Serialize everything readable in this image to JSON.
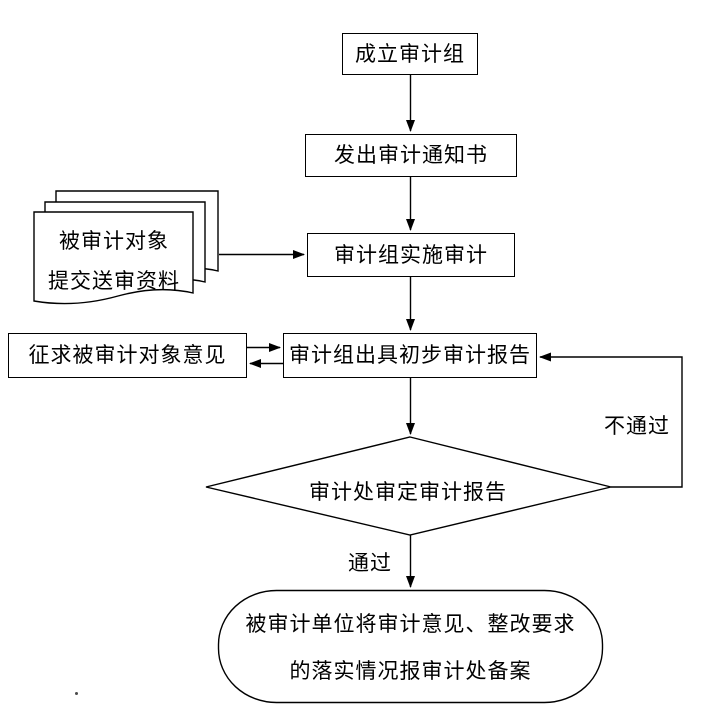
{
  "diagram": {
    "title_hint": "audit-process-flowchart",
    "background_color": "#ffffff",
    "line_color": "#000000",
    "nodes": {
      "establish": {
        "label": "成立审计组"
      },
      "notice": {
        "label": "发出审计通知书"
      },
      "implement": {
        "label": "审计组实施审计"
      },
      "materials": {
        "line1": "被审计对象",
        "line2": "提交送审资料"
      },
      "solicit": {
        "label": "征求被审计对象意见"
      },
      "draft_report": {
        "label": "审计组出具初步审计报告"
      },
      "review": {
        "label": "审计处审定审计报告"
      },
      "filing": {
        "line1": "被审计单位将审计意见、整改要求",
        "line2": "的落实情况报审计处备案"
      }
    },
    "edge_labels": {
      "pass": "通过",
      "fail": "不通过"
    }
  }
}
